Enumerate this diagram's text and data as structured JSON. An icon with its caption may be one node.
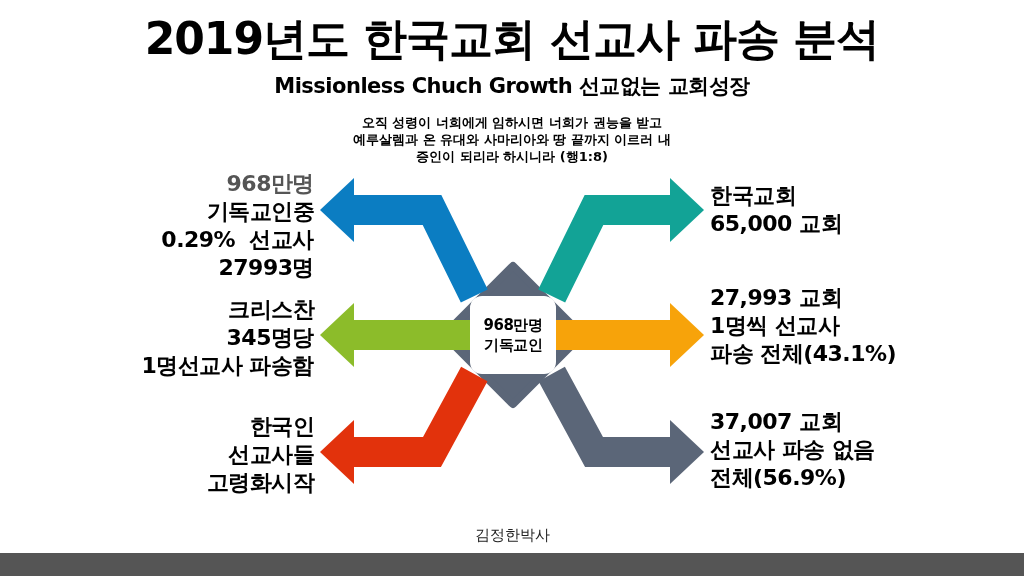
{
  "diagram": {
    "title": "2019년도 한국교회 선교사 파송 분석",
    "nodes": [
      {
        "text": [
          "968만명 기독교인"
        ]
      },
      {
        "text": [
          "968만명",
          "기독교인중 0.29%  선교사 27993명"
        ]
      },
      {
        "text": [
          "크리스찬 345명당 1명선교사 파송함"
        ]
      },
      {
        "text": [
          "한국인 선교사들 고령화시작"
        ]
      },
      {
        "text": [
          "한국교회 65,000 교회"
        ]
      },
      {
        "text": [
          "27,993 교회 1명씩 선교사 파송 전체(43.1%)"
        ]
      },
      {
        "text": [
          "37,007 교회 선교사 파송 없음 전체(56.9%)"
        ]
      }
    ],
    "edges": [
      {
        "from": 0,
        "to": 1,
        "arrow": "to",
        "color": "#0b7dc2"
      },
      {
        "from": 0,
        "to": 2,
        "arrow": "to",
        "color": "#8cbc2a"
      },
      {
        "from": 0,
        "to": 3,
        "arrow": "to",
        "color": "#e2320c"
      },
      {
        "from": 0,
        "to": 4,
        "arrow": "to",
        "color": "#12a396"
      },
      {
        "from": 0,
        "to": 5,
        "arrow": "to",
        "color": "#f7a30a"
      },
      {
        "from": 0,
        "to": 6,
        "arrow": "to",
        "color": "#5b6678"
      }
    ],
    "labels": [
      "Missionless Chuch Growth 선교없는 교회성장",
      "오직 성령이 너희에게 임하시면 너희가 권능을 받고 예루살렘과 온 유대와 사마리아와 땅 끝까지 이르러 내 증인이 되리라 하시니라 (행1:8)",
      "김정한박사"
    ]
  }
}
